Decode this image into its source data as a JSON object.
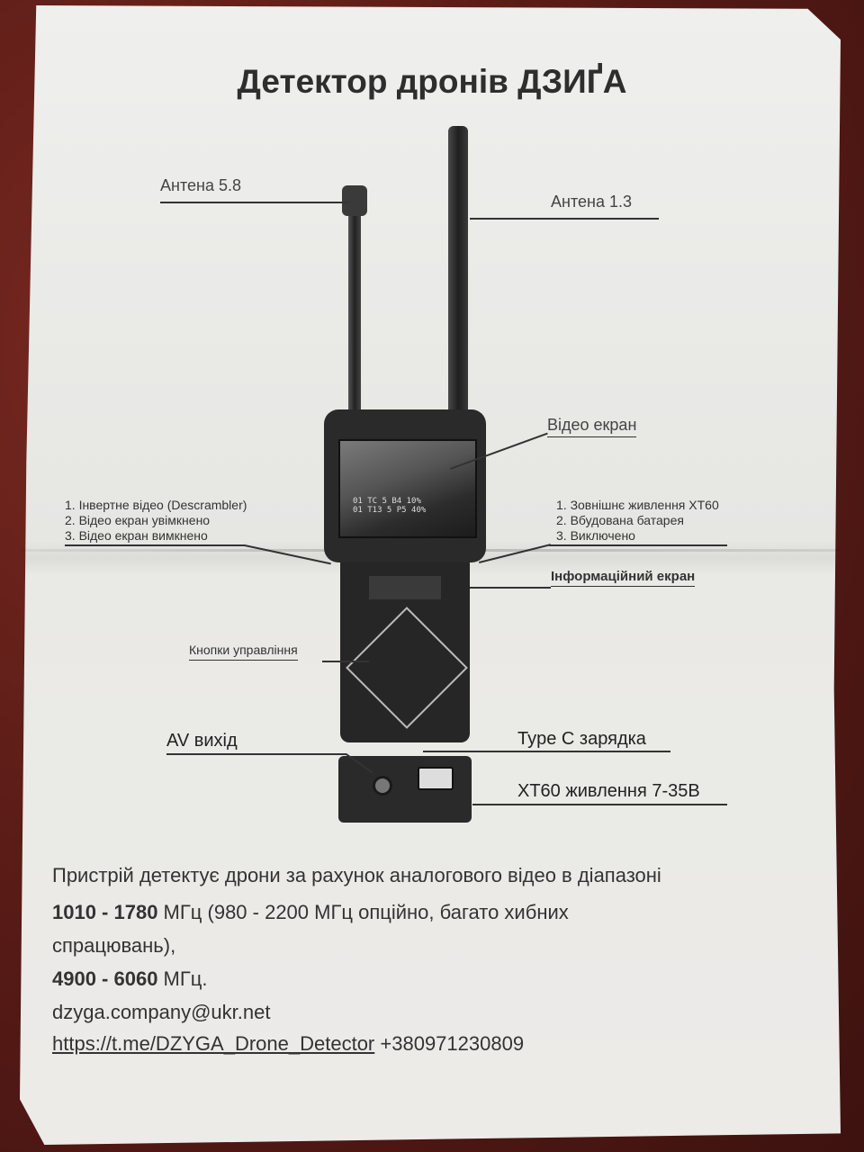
{
  "title": "Детектор дронів ДЗИҐА",
  "labels": {
    "antenna_58": "Антена 5.8",
    "antenna_13": "Антена 1.3",
    "video_screen": "Відео екран",
    "info_screen": "Інформаційний екран",
    "control_buttons": "Кнопки управління",
    "av_out": "AV вихід",
    "typec": "Type C зарядка",
    "xt60": "XT60 живлення 7-35В"
  },
  "left_switch": [
    "1. Інвертне відео (Descrambler)",
    "2. Відео екран увімкнено",
    "3. Відео екран вимкнено"
  ],
  "right_switch": [
    "1. Зовнішнє живлення XT60",
    "2. Вбудована батарея",
    "3. Виключено"
  ],
  "screen_readout": {
    "line1": "01 TC   5 B4   10%",
    "line2": "01 T13  5 P5   40%"
  },
  "description": {
    "line1": "Пристрій детектує дрони за рахунок аналогового відео в діапазоні",
    "range1_bold": "1010 - 1780",
    "range1_rest": " МГц (980 - 2200 МГц опційно, багато хибних",
    "line3": "спрацювань),",
    "range2_bold": "4900 - 6060",
    "range2_rest": " МГц."
  },
  "contacts": {
    "email": "dzyga.company@ukr.net",
    "telegram": "https://t.me/DZYGA_Drone_Detector",
    "phone": "+380971230809"
  }
}
